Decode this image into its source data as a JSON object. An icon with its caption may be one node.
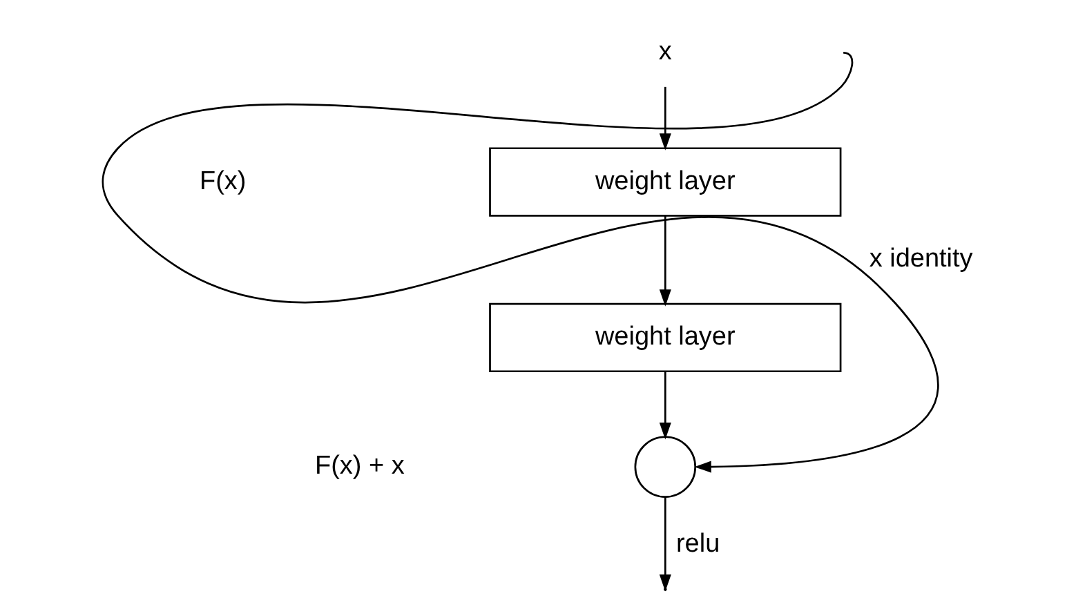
{
  "diagram": {
    "nodes": [
      {
        "text": [
          "x"
        ]
      },
      {
        "text": [
          "weight layer"
        ]
      },
      {
        "text": [
          "weight layer"
        ]
      },
      {
        "text": [],
        "shape": "circle"
      }
    ],
    "edges": [
      {
        "from": 0,
        "to": 1,
        "arrow": "to"
      },
      {
        "from": 1,
        "to": 2,
        "arrow": "to"
      },
      {
        "from": 2,
        "to": 3,
        "arrow": "to"
      },
      {
        "from": 0,
        "to": 3,
        "arrow": "to",
        "label": "x identity"
      },
      {
        "from": 3,
        "to": null,
        "arrow": "to",
        "label": "relu"
      }
    ],
    "labels": [
      "F(x)",
      "F(x) + x"
    ]
  }
}
